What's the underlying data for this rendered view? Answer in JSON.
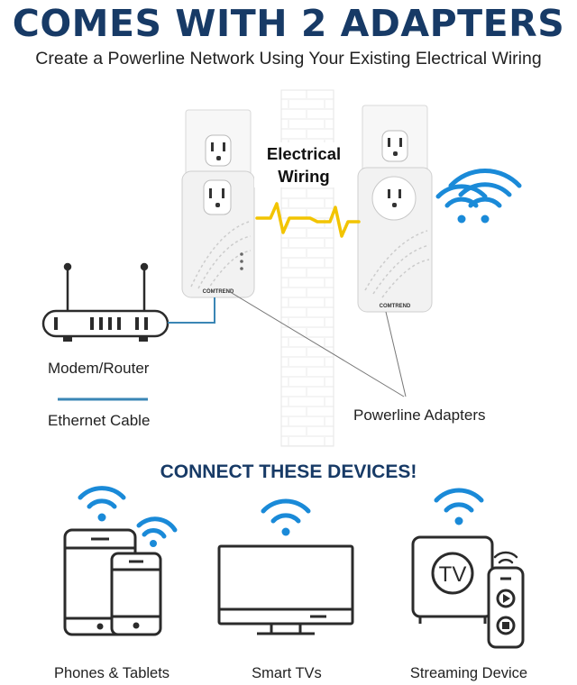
{
  "header": {
    "title": "COMES WITH 2 ADAPTERS",
    "subtitle": "Create a Powerline Network Using Your Existing Electrical Wiring"
  },
  "diagram": {
    "wiring_label_line1": "Electrical",
    "wiring_label_line2": "Wiring",
    "modem_label": "Modem/Router",
    "ethernet_label": "Ethernet Cable",
    "adapters_label": "Powerline Adapters",
    "brand_left": "COMTREND",
    "brand_right": "COMTREND"
  },
  "devices": {
    "heading": "CONNECT THESE DEVICES!",
    "items": [
      {
        "label": "Phones & Tablets",
        "icon": "phone-tablet-icon"
      },
      {
        "label": "Smart TVs",
        "icon": "tv-icon"
      },
      {
        "label": "Streaming Device",
        "icon": "streaming-box-icon"
      }
    ],
    "tv_badge": "TV"
  },
  "colors": {
    "navy": "#173a66",
    "wifi_blue": "#1a8ad8",
    "ethernet_blue": "#3a86b5",
    "signal_yellow": "#f2c400",
    "icon_dark": "#2b2b2b"
  }
}
